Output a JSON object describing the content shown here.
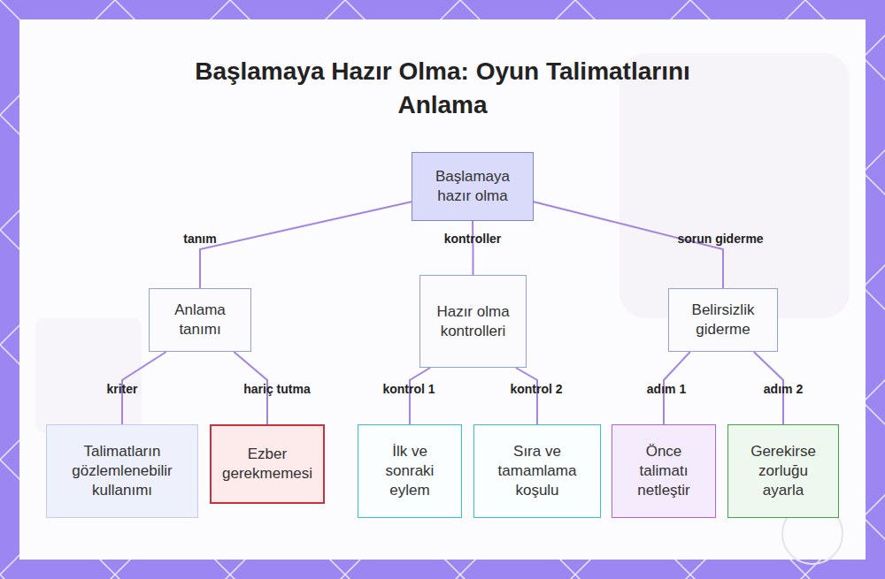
{
  "diagram": {
    "title": "Başlamaya Hazır Olma: Oyun Talimatlarını Anlama",
    "nodes": [
      {
        "text": [
          "Başlamaya hazır olma"
        ]
      },
      {
        "text": [
          "Anlama tanımı"
        ]
      },
      {
        "text": [
          "Hazır olma kontrolleri"
        ]
      },
      {
        "text": [
          "Belirsizlik giderme"
        ]
      },
      {
        "text": [
          "Talimatların gözlemlenebilir kullanımı"
        ]
      },
      {
        "text": [
          "Ezber gerekmemesi"
        ]
      },
      {
        "text": [
          "İlk ve sonraki eylem"
        ]
      },
      {
        "text": [
          "Sıra ve tamamlama koşulu"
        ]
      },
      {
        "text": [
          "Önce talimatı netleştir"
        ]
      },
      {
        "text": [
          "Gerekirse zorluğu ayarla"
        ]
      }
    ],
    "edges": [
      {
        "from": 0,
        "to": 1,
        "label": "tanım",
        "arrow": "none"
      },
      {
        "from": 0,
        "to": 2,
        "label": "kontroller",
        "arrow": "none"
      },
      {
        "from": 0,
        "to": 3,
        "label": "sorun giderme",
        "arrow": "none"
      },
      {
        "from": 1,
        "to": 4,
        "label": "kriter",
        "arrow": "none"
      },
      {
        "from": 1,
        "to": 5,
        "label": "hariç tutma",
        "arrow": "none"
      },
      {
        "from": 2,
        "to": 6,
        "label": "kontrol 1",
        "arrow": "none"
      },
      {
        "from": 2,
        "to": 7,
        "label": "kontrol 2",
        "arrow": "none"
      },
      {
        "from": 3,
        "to": 8,
        "label": "adım 1",
        "arrow": "none"
      },
      {
        "from": 3,
        "to": 9,
        "label": "adım 2",
        "arrow": "none"
      }
    ]
  }
}
